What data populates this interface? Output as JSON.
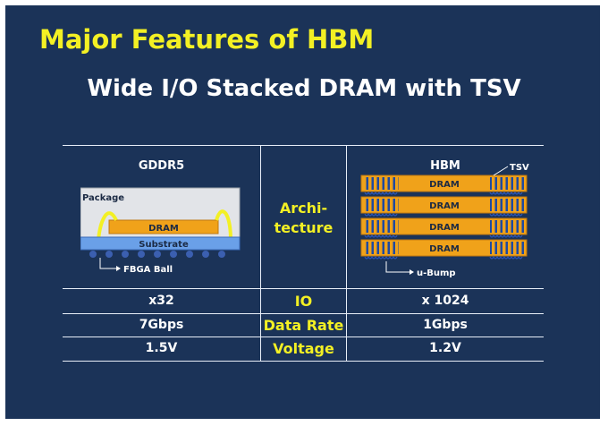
{
  "title": "Major Features of HBM",
  "subtitle": "Wide I/O Stacked DRAM with TSV",
  "table": {
    "left_header": "GDDR5",
    "right_header": "HBM",
    "architecture_label": "Archi-\ntecture",
    "gddr5_diagram": {
      "package": "Package",
      "dram": "DRAM",
      "substrate": "Substrate",
      "ball": "FBGA Ball"
    },
    "hbm_diagram": {
      "tsv": "TSV",
      "dram_layers": [
        "DRAM",
        "DRAM",
        "DRAM",
        "DRAM"
      ],
      "bump": "u-Bump"
    },
    "rows": [
      {
        "left": "x32",
        "label": "IO",
        "right": "x 1024"
      },
      {
        "left": "7Gbps",
        "label": "Data Rate",
        "right": "1Gbps"
      },
      {
        "left": "1.5V",
        "label": "Voltage",
        "right": "1.2V"
      }
    ]
  },
  "colors": {
    "background": "#1b3358",
    "title": "#f3f024",
    "dram_orange": "#f0a21a",
    "substrate_blue": "#6aa0e8"
  }
}
